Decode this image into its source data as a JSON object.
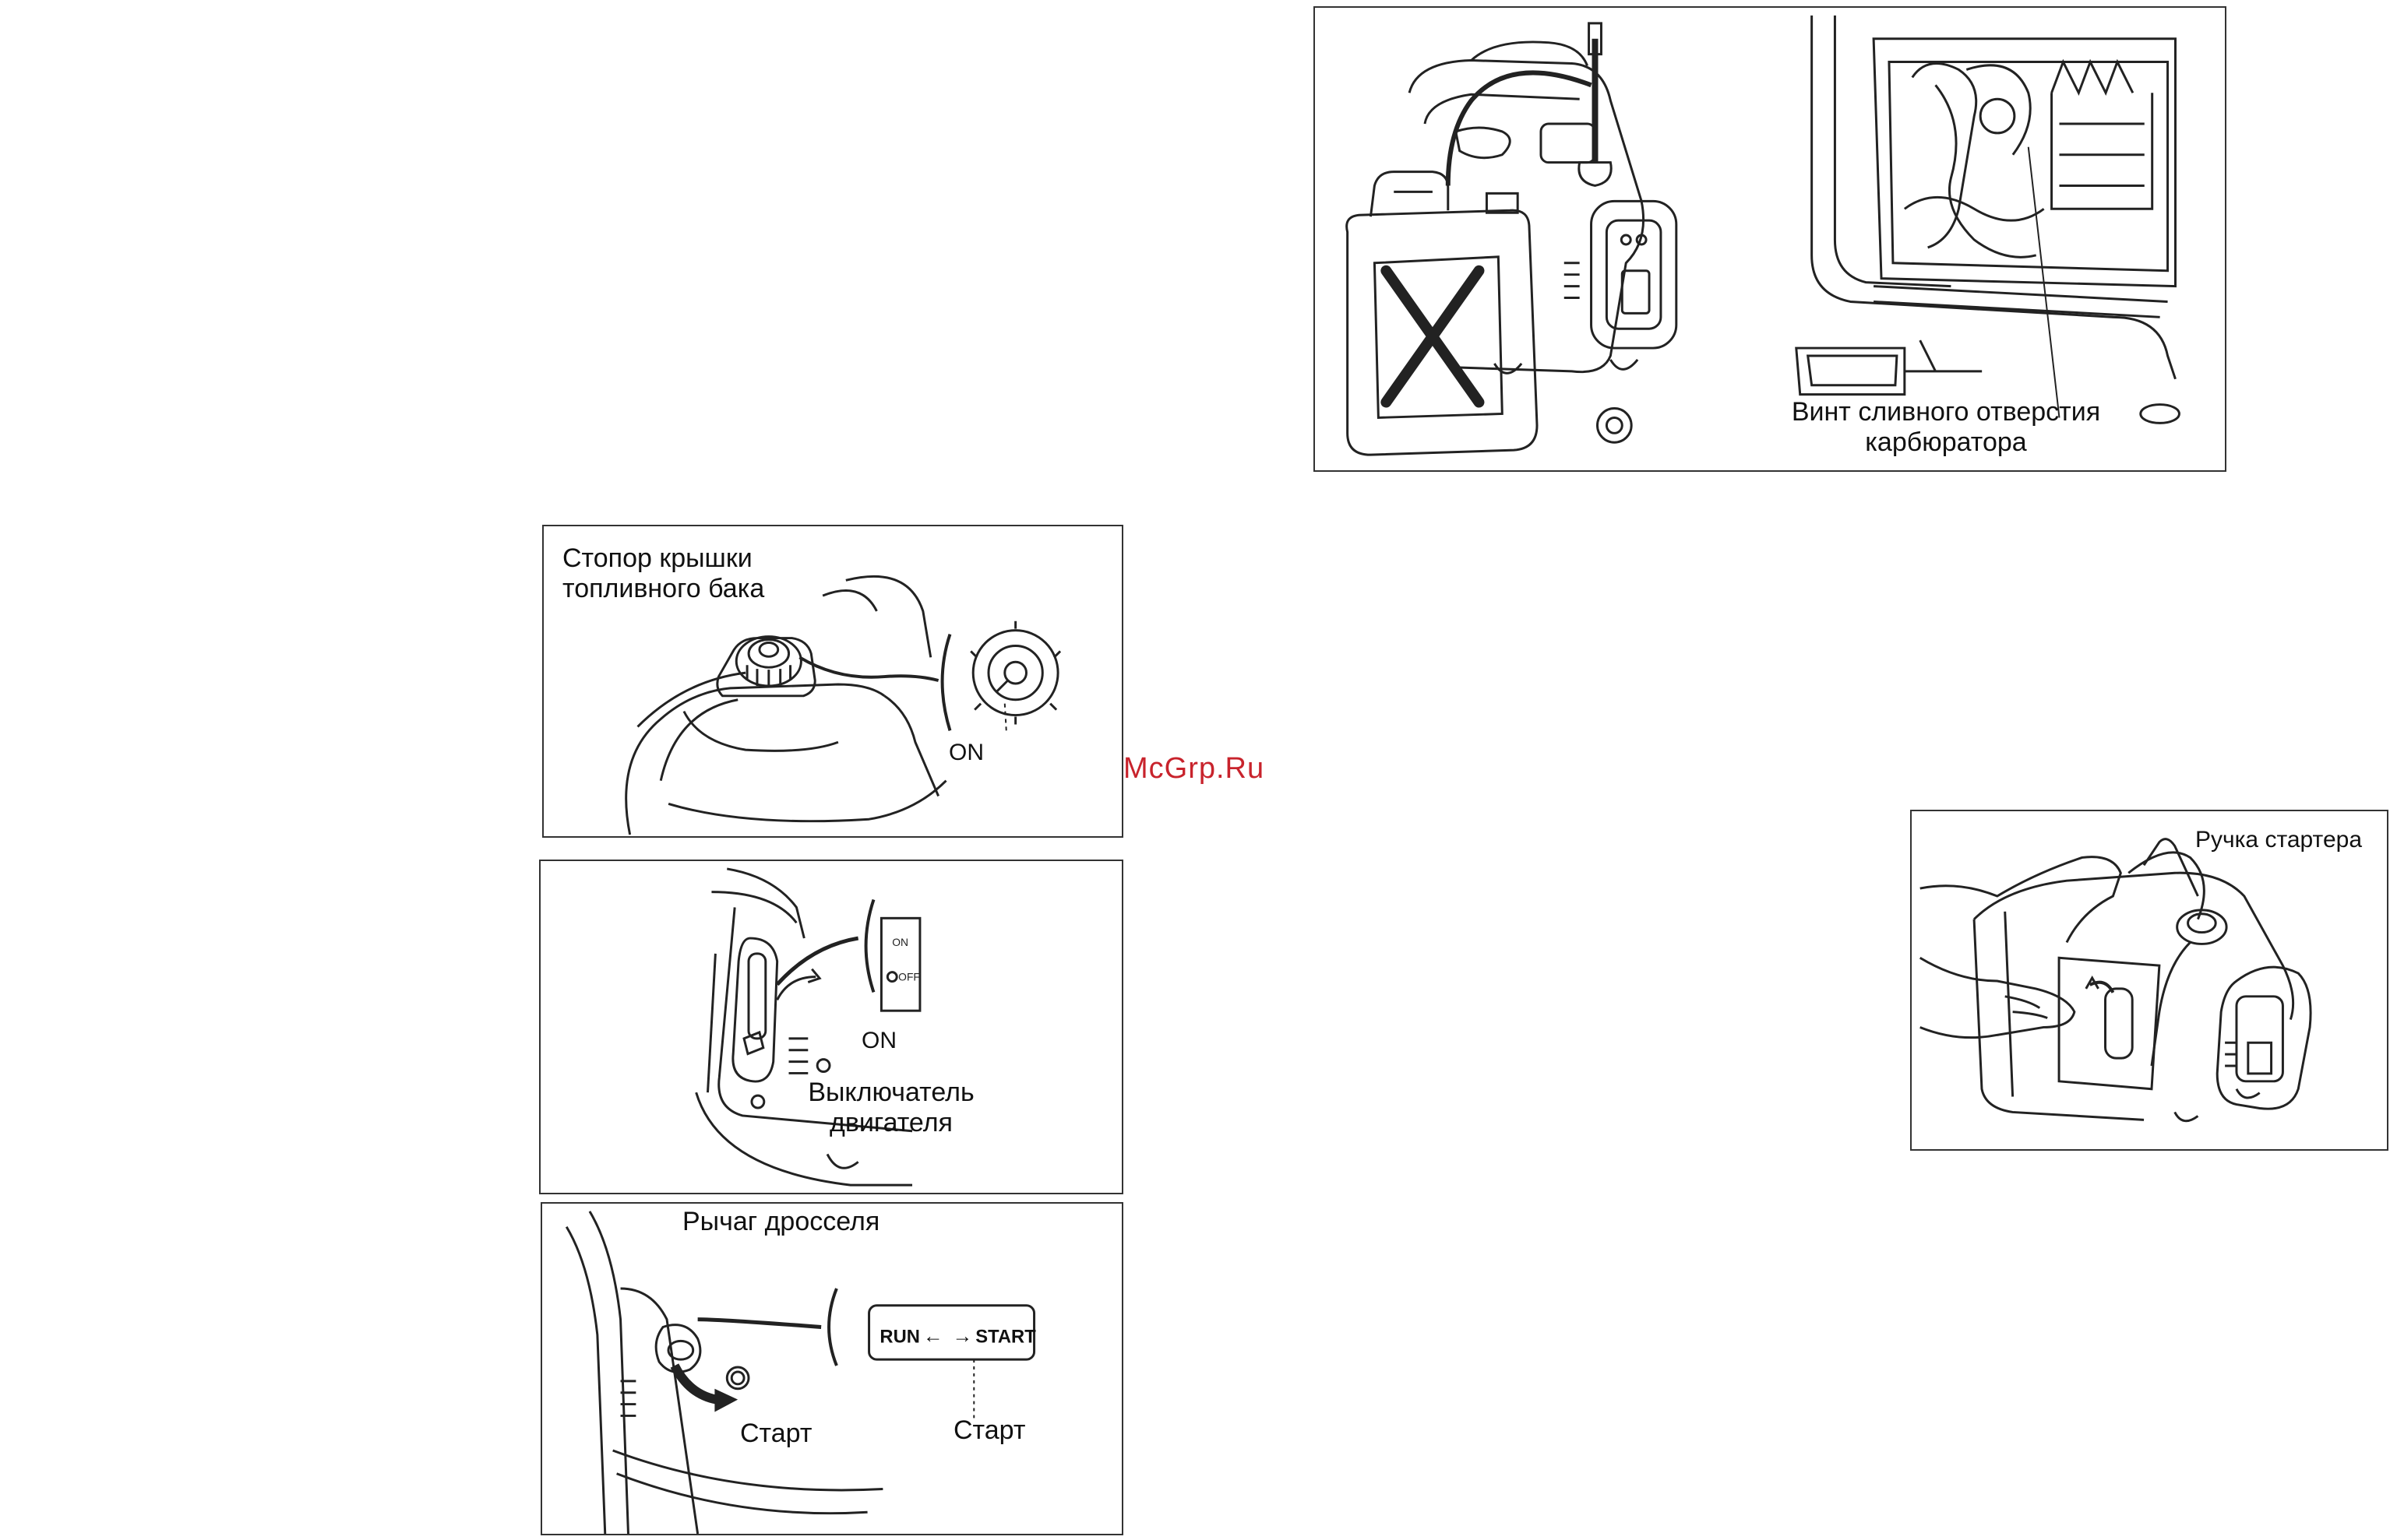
{
  "watermark": "McGrp.Ru",
  "figures": {
    "drain": {
      "label_line1": "Винт сливного отверстия",
      "label_line2": "карбюратора"
    },
    "fuel_cap": {
      "label_line1": "Стопор крышки",
      "label_line2": "топливного бака",
      "on_text": "ON"
    },
    "engine_switch": {
      "label_line1": "Выключатель",
      "label_line2": "двигателя",
      "on_text": "ON",
      "panel_on": "ON",
      "panel_off": "OFF"
    },
    "choke": {
      "label": "Рычаг дросселя",
      "run_text": "RUN",
      "start_text": "START",
      "start_label_left": "Старт",
      "start_label_right": "Старт"
    },
    "starter": {
      "label": "Ручка стартера"
    }
  }
}
